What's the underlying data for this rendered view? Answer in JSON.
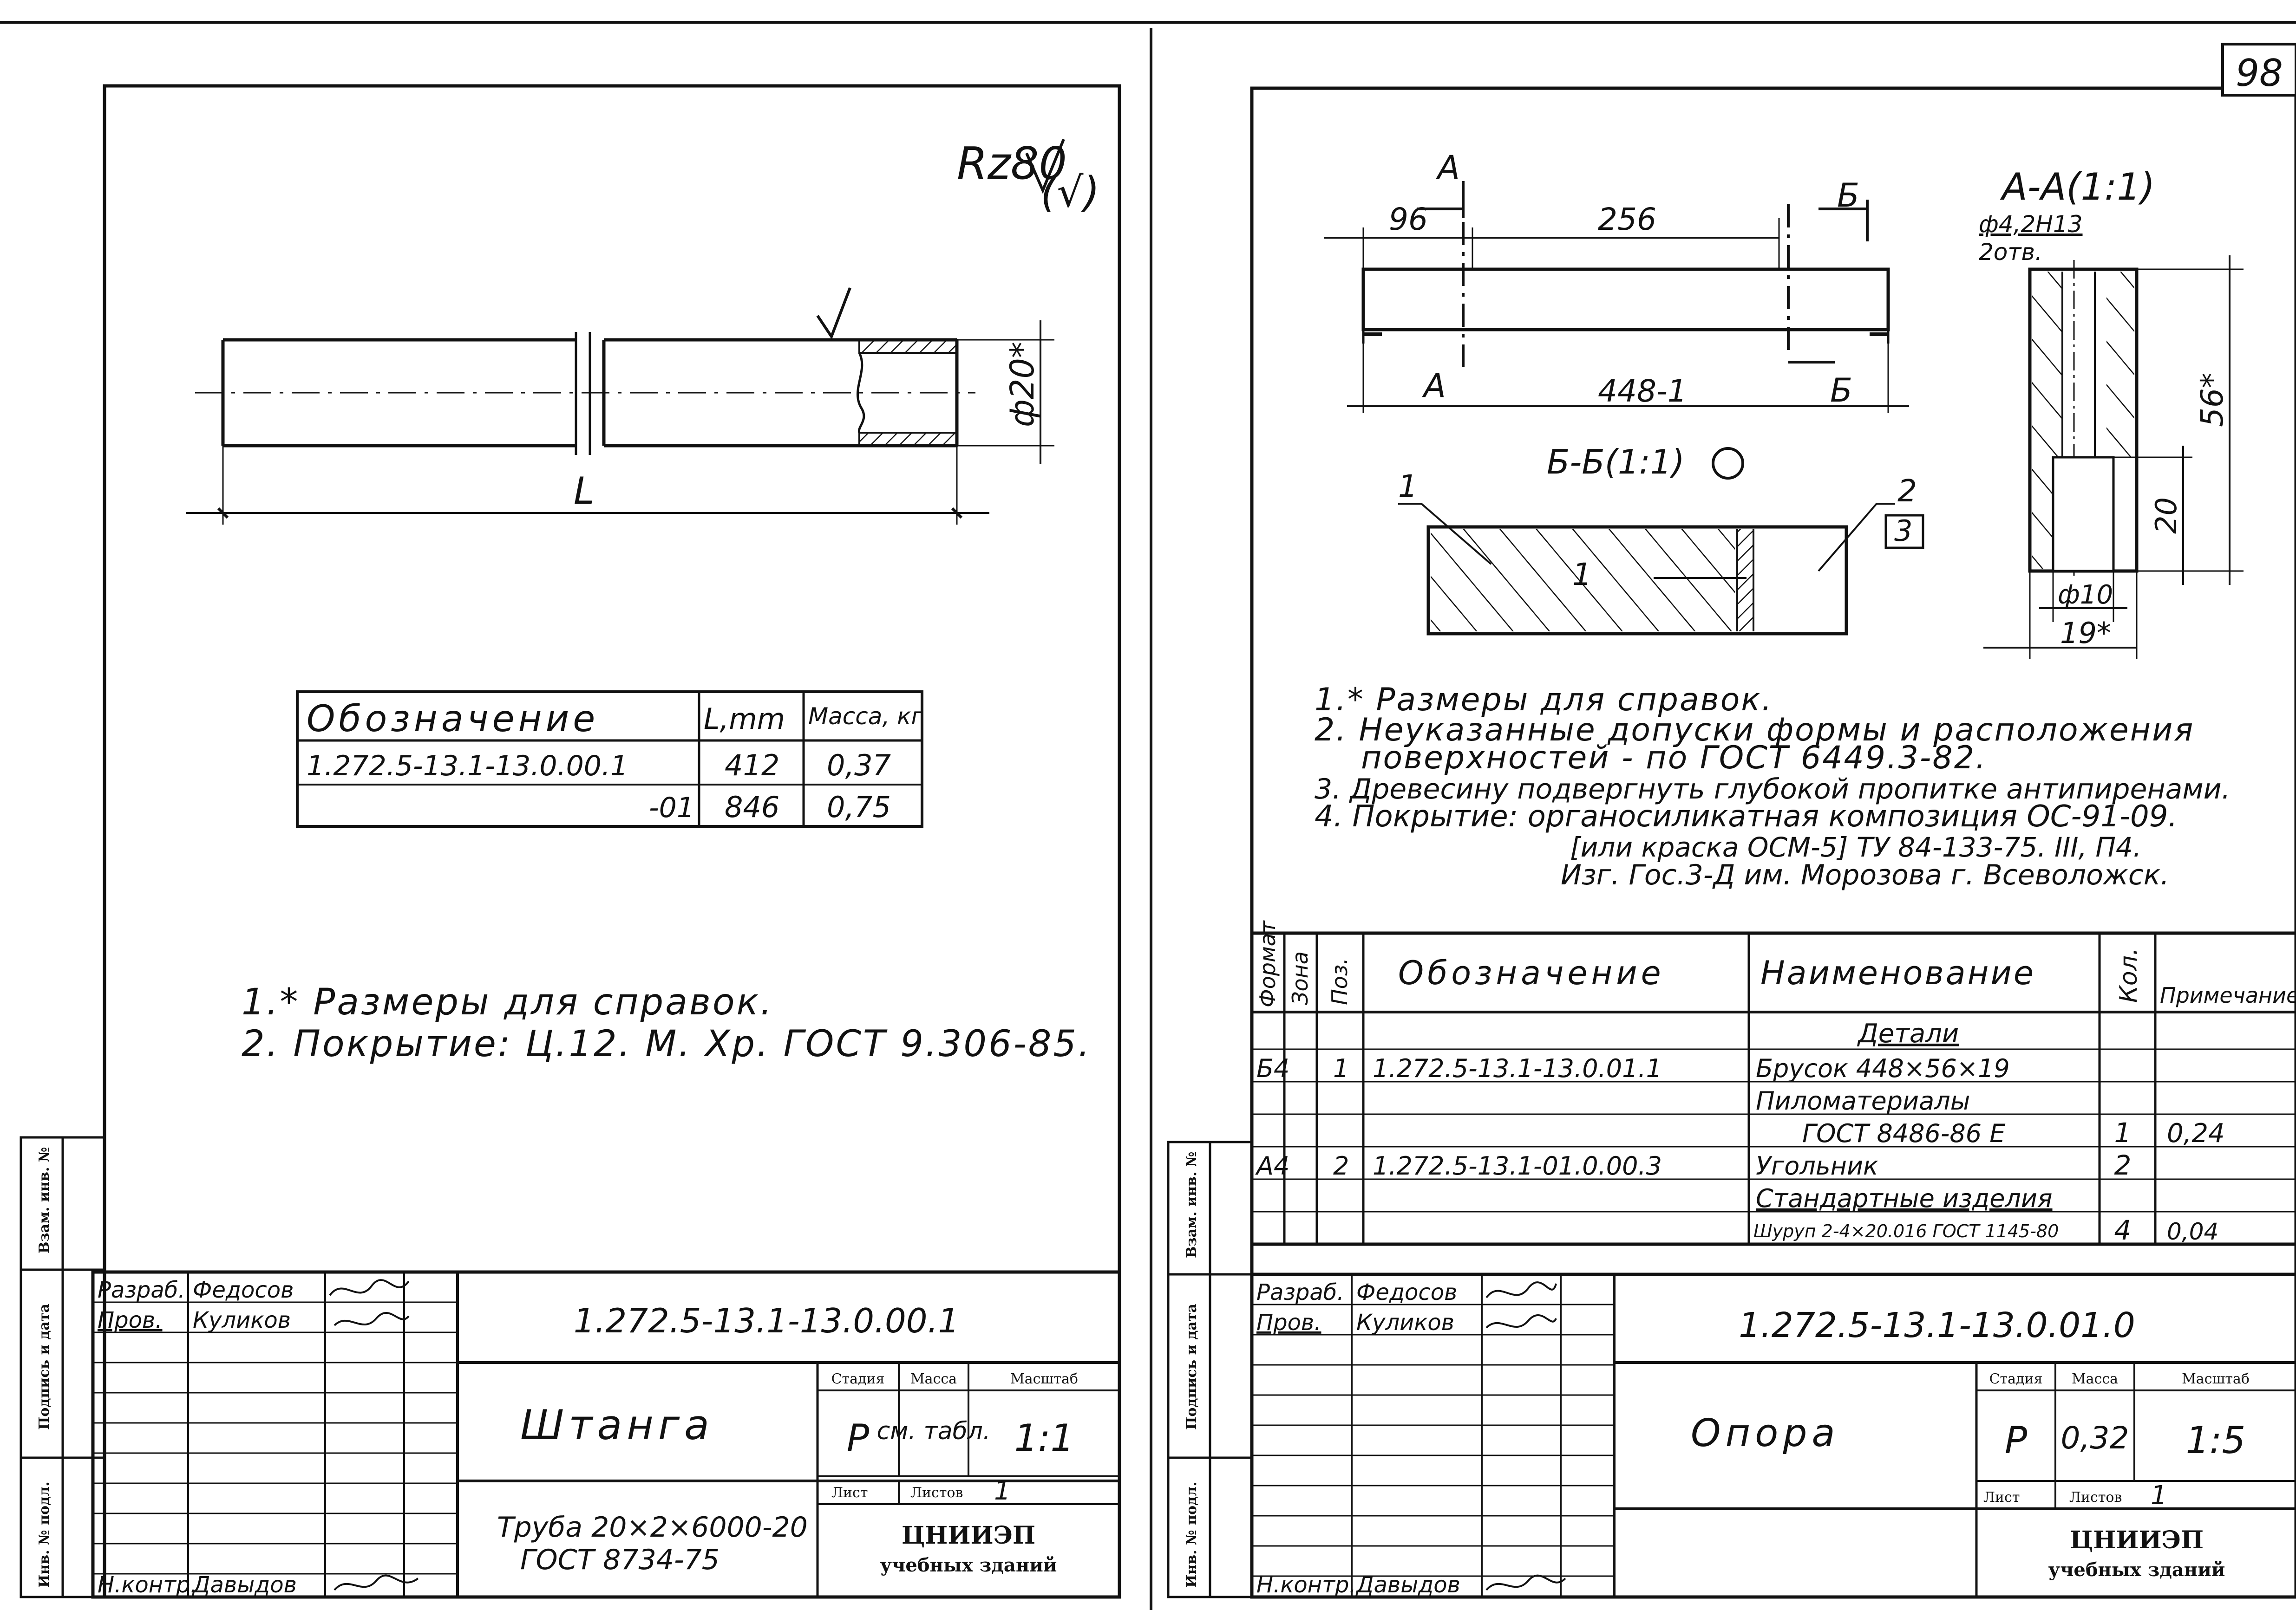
{
  "page_number": "98",
  "left_sheet": {
    "surface_mark": "Rz80",
    "surface_mark_paren": "(√)",
    "dimension_diameter": "ф20*",
    "dimension_length": "L",
    "table": {
      "headers": [
        "Обозначение",
        "L,mm",
        "Масса, кг"
      ],
      "rows": [
        [
          "1.272.5-13.1-13.0.00.1",
          "412",
          "0,37"
        ],
        [
          "-01",
          "846",
          "0,75"
        ]
      ]
    },
    "notes": [
      "1.* Размеры для справок.",
      "2. Покрытие: Ц.12. М. Хр. ГОСТ 9.306-85."
    ],
    "title_block": {
      "roles": [
        "Разраб.",
        "Пров.",
        "Н.контр."
      ],
      "names": [
        "Федосов",
        "Куликов",
        "Давыдов"
      ],
      "designation": "1.272.5-13.1-13.0.00.1",
      "name": "Штанга",
      "material_line1": "Труба 20×2×6000-20",
      "material_line2": "ГОСТ 8734-75",
      "col_stage": "Стадия",
      "col_mass": "Масса",
      "col_scale": "Масштаб",
      "stage": "Р",
      "mass": "см. табл.",
      "scale": "1:1",
      "sheet_label": "Лист",
      "sheets_label": "Листов",
      "sheets": "1",
      "org1": "ЦНИИЭП",
      "org2": "учебных зданий"
    },
    "side_labels": [
      "Взам. инв. №",
      "Подпись и дата",
      "Инв. № подл."
    ]
  },
  "right_sheet": {
    "dims": {
      "section_a": "А",
      "section_b": "Б",
      "d96": "96",
      "d256": "256",
      "d448": "448-1",
      "section_aa": "А-А(1:1)",
      "hole": "ф4,2Н13",
      "holes_count": "2отв.",
      "d56": "56*",
      "d20": "20",
      "d10": "ф10",
      "d19": "19*",
      "section_bb": "Б-Б(1:1)",
      "callout1": "1",
      "callout2": "2",
      "callout3": "3",
      "inner1": "1"
    },
    "notes": [
      "1.* Размеры для справок.",
      "2. Неуказанные допуски формы и расположения",
      "поверхностей - по ГОСТ 6449.3-82.",
      "3. Древесину подвергнуть глубокой пропитке антипиренами.",
      "4. Покрытие: органосиликатная композиция ОС-91-09.",
      "[или краска ОСМ-5] ТУ 84-133-75. III, П4.",
      "Изг. Гос.3-Д им. Морозова г. Всеволожск."
    ],
    "spec": {
      "headers": [
        "Формат",
        "Зона",
        "Поз.",
        "Обозначение",
        "Наименование",
        "Кол.",
        "Примечание"
      ],
      "rows": [
        {
          "fmt": "",
          "zone": "",
          "pos": "",
          "des": "",
          "name": "Детали",
          "qty": "",
          "note": ""
        },
        {
          "fmt": "Б4",
          "zone": "",
          "pos": "1",
          "des": "1.272.5-13.1-13.0.01.1",
          "name": "Брусок 448×56×19",
          "qty": "",
          "note": ""
        },
        {
          "fmt": "",
          "zone": "",
          "pos": "",
          "des": "",
          "name": "Пиломатериалы",
          "qty": "",
          "note": ""
        },
        {
          "fmt": "",
          "zone": "",
          "pos": "",
          "des": "",
          "name": "ГОСТ 8486-86 Е",
          "qty": "1",
          "note": "0,24"
        },
        {
          "fmt": "А4",
          "zone": "",
          "pos": "2",
          "des": "1.272.5-13.1-01.0.00.3",
          "name": "Угольник",
          "qty": "2",
          "note": ""
        },
        {
          "fmt": "",
          "zone": "",
          "pos": "",
          "des": "",
          "name": "Стандартные изделия",
          "qty": "",
          "note": ""
        },
        {
          "fmt": "",
          "zone": "",
          "pos": "",
          "des": "",
          "name": "Шуруп 2-4×20.016 ГОСТ 1145-80",
          "qty": "4",
          "note": "0,04"
        }
      ]
    },
    "title_block": {
      "roles": [
        "Разраб.",
        "Пров.",
        "Н.контр."
      ],
      "names": [
        "Федосов",
        "Куликов",
        "Давыдов"
      ],
      "designation": "1.272.5-13.1-13.0.01.0",
      "name": "Опора",
      "col_stage": "Стадия",
      "col_mass": "Масса",
      "col_scale": "Масштаб",
      "stage": "Р",
      "mass": "0,32",
      "scale": "1:5",
      "sheet_label": "Лист",
      "sheets_label": "Листов",
      "sheets": "1",
      "org1": "ЦНИИЭП",
      "org2": "учебных зданий"
    },
    "side_labels": [
      "Взам. инв. №",
      "Подпись и дата",
      "Инв. № подл."
    ]
  }
}
